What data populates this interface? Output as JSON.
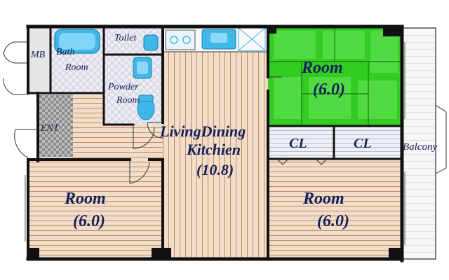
{
  "floor_plan": {
    "rooms": {
      "west_room": {
        "name": "Room",
        "size": "(6.0)"
      },
      "ldk": {
        "line1": "LivingDining",
        "line2": "Kitchien",
        "size": "(10.8)"
      },
      "tatami_room": {
        "name": "Room",
        "size": "(6.0)"
      },
      "east_room": {
        "name": "Room",
        "size": "(6.0)"
      },
      "bath": {
        "line1": "Bath",
        "line2": "Room"
      },
      "toilet": {
        "name": "Toilet"
      },
      "powder": {
        "line1": "Powder",
        "line2": "Room"
      },
      "closet_left": {
        "name": "CL"
      },
      "closet_right": {
        "name": "CL"
      },
      "entrance": {
        "name": "ENT"
      },
      "mb": {
        "name": "MB"
      },
      "balcony": {
        "name": "Balcony"
      }
    },
    "colors": {
      "tatami": "#33cc22",
      "flooring": "#f3dcc8",
      "wall": "#111111",
      "label": "#14205a",
      "fixture": "#3fb8e8",
      "tile": "#a0a0a0"
    }
  }
}
